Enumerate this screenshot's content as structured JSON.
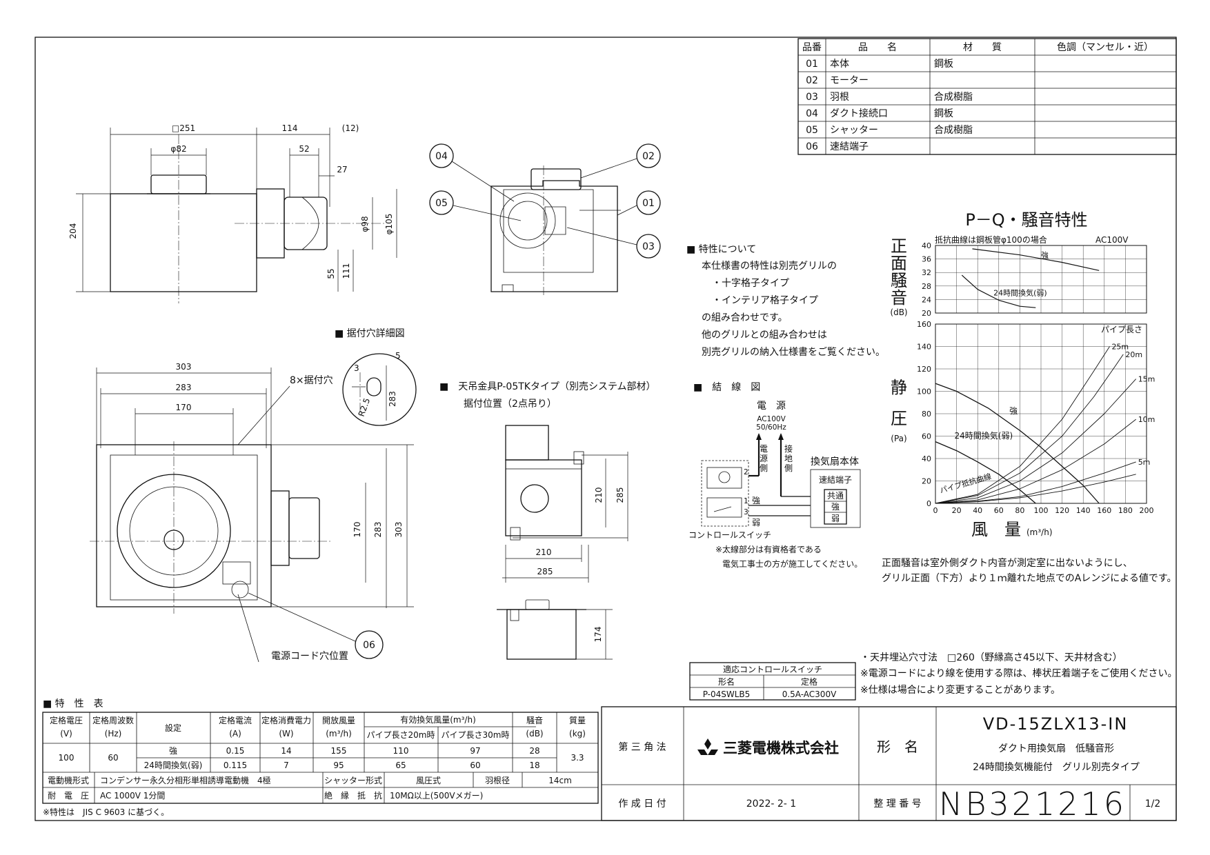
{
  "parts_table": {
    "headers": [
      "品番",
      "品　　名",
      "材　　質",
      "色調（マンセル・近）"
    ],
    "rows": [
      [
        "01",
        "本体",
        "鋼板",
        ""
      ],
      [
        "02",
        "モーター",
        "",
        ""
      ],
      [
        "03",
        "羽根",
        "合成樹脂",
        ""
      ],
      [
        "04",
        "ダクト接続口",
        "鋼板",
        ""
      ],
      [
        "05",
        "シャッター",
        "合成樹脂",
        ""
      ],
      [
        "06",
        "速結端子",
        "",
        ""
      ]
    ]
  },
  "dimensions": {
    "top_view": {
      "sq251": "□251",
      "phi82": "φ82",
      "d114": "114",
      "d12": "(12)",
      "d52": "52",
      "d27": "27",
      "d204": "204",
      "phi98": "φ98",
      "phi105": "φ105",
      "d55": "55",
      "d111": "111"
    },
    "plan_view": {
      "d303": "303",
      "d283": "283",
      "d170": "170",
      "h170": "170",
      "h283": "283",
      "h303": "303"
    },
    "hanger_view": {
      "d210": "210",
      "d285": "285",
      "h210": "210",
      "h285": "285",
      "h174": "174"
    },
    "detail": {
      "d3": "3",
      "d5": "5",
      "r25": "R2.5",
      "d283": "283"
    }
  },
  "labels": {
    "mount_hole_detail": "■ 据付穴詳細図",
    "mount_holes": "8×据付穴",
    "power_cord_hole": "電源コード穴位置",
    "hanger_line1": "■　天吊金具P-05TKタイプ（別売システム部材）",
    "hanger_line2": "据付位置（2点吊り）"
  },
  "balloons": [
    "04",
    "05",
    "02",
    "01",
    "03",
    "06"
  ],
  "notes_features": {
    "title": "■ 特性について",
    "lines": [
      "本仕様書の特性は別売グリルの",
      "・十字格子タイプ",
      "・インテリア格子タイプ",
      "の組み合わせです。",
      "他のグリルとの組み合わせは",
      "別売グリルの納入仕様書をご覧ください。"
    ]
  },
  "wiring": {
    "title": "■　結　線　図",
    "power": "電　源",
    "ac": "AC100V",
    "hz": "50/60Hz",
    "power_side": [
      "電",
      "源",
      "側"
    ],
    "ground_side": [
      "接",
      "地",
      "側"
    ],
    "fan_body": "換気扇本体",
    "terminal": "速結端子",
    "t_common": "共通",
    "t_strong": "強",
    "t_weak": "弱",
    "w_strong": "強",
    "w_weak": "弱",
    "n1": "1",
    "n2": "2",
    "n3": "3",
    "switch": "コントロールスイッチ",
    "note1": "※太線部分は有資格者である",
    "note2": "電気工事士の方が施工してください。"
  },
  "chart_data": {
    "type": "line",
    "title": "P－Q・騒音特性",
    "xlabel": "風　量",
    "xunit": "(m³/h)",
    "xlim": [
      0,
      200
    ],
    "xticks": [
      0,
      20,
      40,
      60,
      80,
      100,
      120,
      140,
      160,
      180,
      200
    ],
    "pressure": {
      "ylabel": [
        "静",
        "圧"
      ],
      "yunit": "(Pa)",
      "ylim": [
        0,
        160
      ],
      "yticks": [
        0,
        20,
        40,
        60,
        80,
        100,
        120,
        140,
        160
      ],
      "series": [
        {
          "name": "強",
          "x": [
            0,
            20,
            50,
            80,
            100,
            120,
            140,
            155
          ],
          "y": [
            107,
            100,
            85,
            65,
            50,
            33,
            16,
            0
          ]
        },
        {
          "name": "24時間換気(弱)",
          "x": [
            0,
            20,
            40,
            60,
            80,
            95
          ],
          "y": [
            55,
            47,
            37,
            26,
            12,
            0
          ]
        }
      ],
      "pipe_label": "パイプ長さ",
      "pipe_curves": [
        {
          "name": "25m",
          "x": [
            0,
            40,
            80,
            120,
            150,
            165
          ],
          "y": [
            0,
            8,
            33,
            75,
            118,
            140
          ]
        },
        {
          "name": "20m",
          "x": [
            0,
            40,
            80,
            120,
            150,
            170,
            178
          ],
          "y": [
            0,
            7,
            27,
            60,
            95,
            122,
            133
          ]
        },
        {
          "name": "15m",
          "x": [
            0,
            40,
            80,
            120,
            160,
            190
          ],
          "y": [
            0,
            5,
            20,
            45,
            80,
            111
          ]
        },
        {
          "name": "10m",
          "x": [
            0,
            40,
            80,
            120,
            160,
            190
          ],
          "y": [
            0,
            3,
            13,
            30,
            53,
            75
          ]
        },
        {
          "name": "5m",
          "x": [
            0,
            40,
            80,
            120,
            160,
            190
          ],
          "y": [
            0,
            2,
            6,
            15,
            27,
            37
          ]
        },
        {
          "name": "パイプ抵抗曲線",
          "x": [
            0,
            40,
            80,
            120,
            160,
            190
          ],
          "y": [
            0,
            1.5,
            5,
            11,
            19,
            26
          ]
        }
      ]
    },
    "noise": {
      "ylabel": [
        "正",
        "面",
        "騒",
        "音"
      ],
      "yunit": "(dB)",
      "ylim": [
        20,
        40
      ],
      "yticks": [
        20,
        24,
        28,
        32,
        36,
        40
      ],
      "note": "抵抗曲線は鋼板管φ100の場合",
      "ac": "AC100V",
      "series": [
        {
          "name": "強",
          "x": [
            35,
            80,
            120,
            155
          ],
          "y": [
            39,
            37.2,
            35,
            32.6
          ]
        },
        {
          "name": "24時間換気(弱)",
          "x": [
            25,
            40,
            60,
            80,
            95
          ],
          "y": [
            31.2,
            27,
            23.8,
            22,
            21.6
          ]
        }
      ]
    }
  },
  "noise_note": [
    "正面騒音は室外側ダクト内音が測定室に出ないようにし、",
    "グリル正面（下方）より１ｍ離れた地点でのAレンジによる値です。"
  ],
  "spec_table": {
    "title": "■ 特　性　表",
    "h_voltage": [
      "定格電圧",
      "(V)"
    ],
    "h_freq": [
      "定格周波数",
      "(Hz)"
    ],
    "h_setting": "設定",
    "h_current": [
      "定格電流",
      "(A)"
    ],
    "h_power": [
      "定格消費電力",
      "(W)"
    ],
    "h_airflow": [
      "開放風量",
      "(m³/h)"
    ],
    "h_effective": "有効換気風量(m³/h)",
    "h_pipe20": "パイプ長さ20m時",
    "h_pipe30": "パイプ長さ30m時",
    "h_noise": [
      "騒音",
      "(dB)"
    ],
    "h_mass": [
      "質量",
      "(kg)"
    ],
    "voltage": "100",
    "freq": "60",
    "rows": [
      [
        "強",
        "0.15",
        "14",
        "155",
        "110",
        "97",
        "28"
      ],
      [
        "24時間換気(弱)",
        "0.115",
        "7",
        "95",
        "65",
        "60",
        "18"
      ]
    ],
    "mass": "3.3",
    "motor_label": "電動機形式",
    "motor": "コンデンサー永久分相形単相誘導電動機　4極",
    "shutter_label": "シャッター形式",
    "shutter": "風圧式",
    "blade_label": "羽根径",
    "blade": "14cm",
    "withstand_label": "耐　電　圧",
    "withstand": "AC 1000V 1分間",
    "insulation_label": "絶　縁　抵　抗",
    "insulation": "10MΩ以上(500Vメガー)",
    "footnote": "※特性は　JIS C 9603 に基づく。"
  },
  "switch_table": {
    "title": "適応コントロールスイッチ",
    "h_model": "形名",
    "h_rating": "定格",
    "model": "P-04SWLB5",
    "rating": "0.5A-AC300V"
  },
  "right_notes": [
    "・天井埋込穴寸法　□260（野縁高さ45以下、天井材含む）",
    "※電源コードにより線を使用する際は、棒状圧着端子をご使用ください。",
    "※仕様は場合により変更することがあります。"
  ],
  "title_block": {
    "projection": "第 三 角 法",
    "company": "三菱電機株式会社",
    "model_label": "形　名",
    "model": "VD-15ZLX13-IN",
    "desc1": "ダクト用換気扇　低騒音形",
    "desc2": "24時間換気機能付　グリル別売タイプ",
    "date_label": "作 成 日 付",
    "date": "2022- 2- 1",
    "docno_label": "整 理 番 号",
    "docno": "NB321216",
    "sheet": "1/2"
  }
}
